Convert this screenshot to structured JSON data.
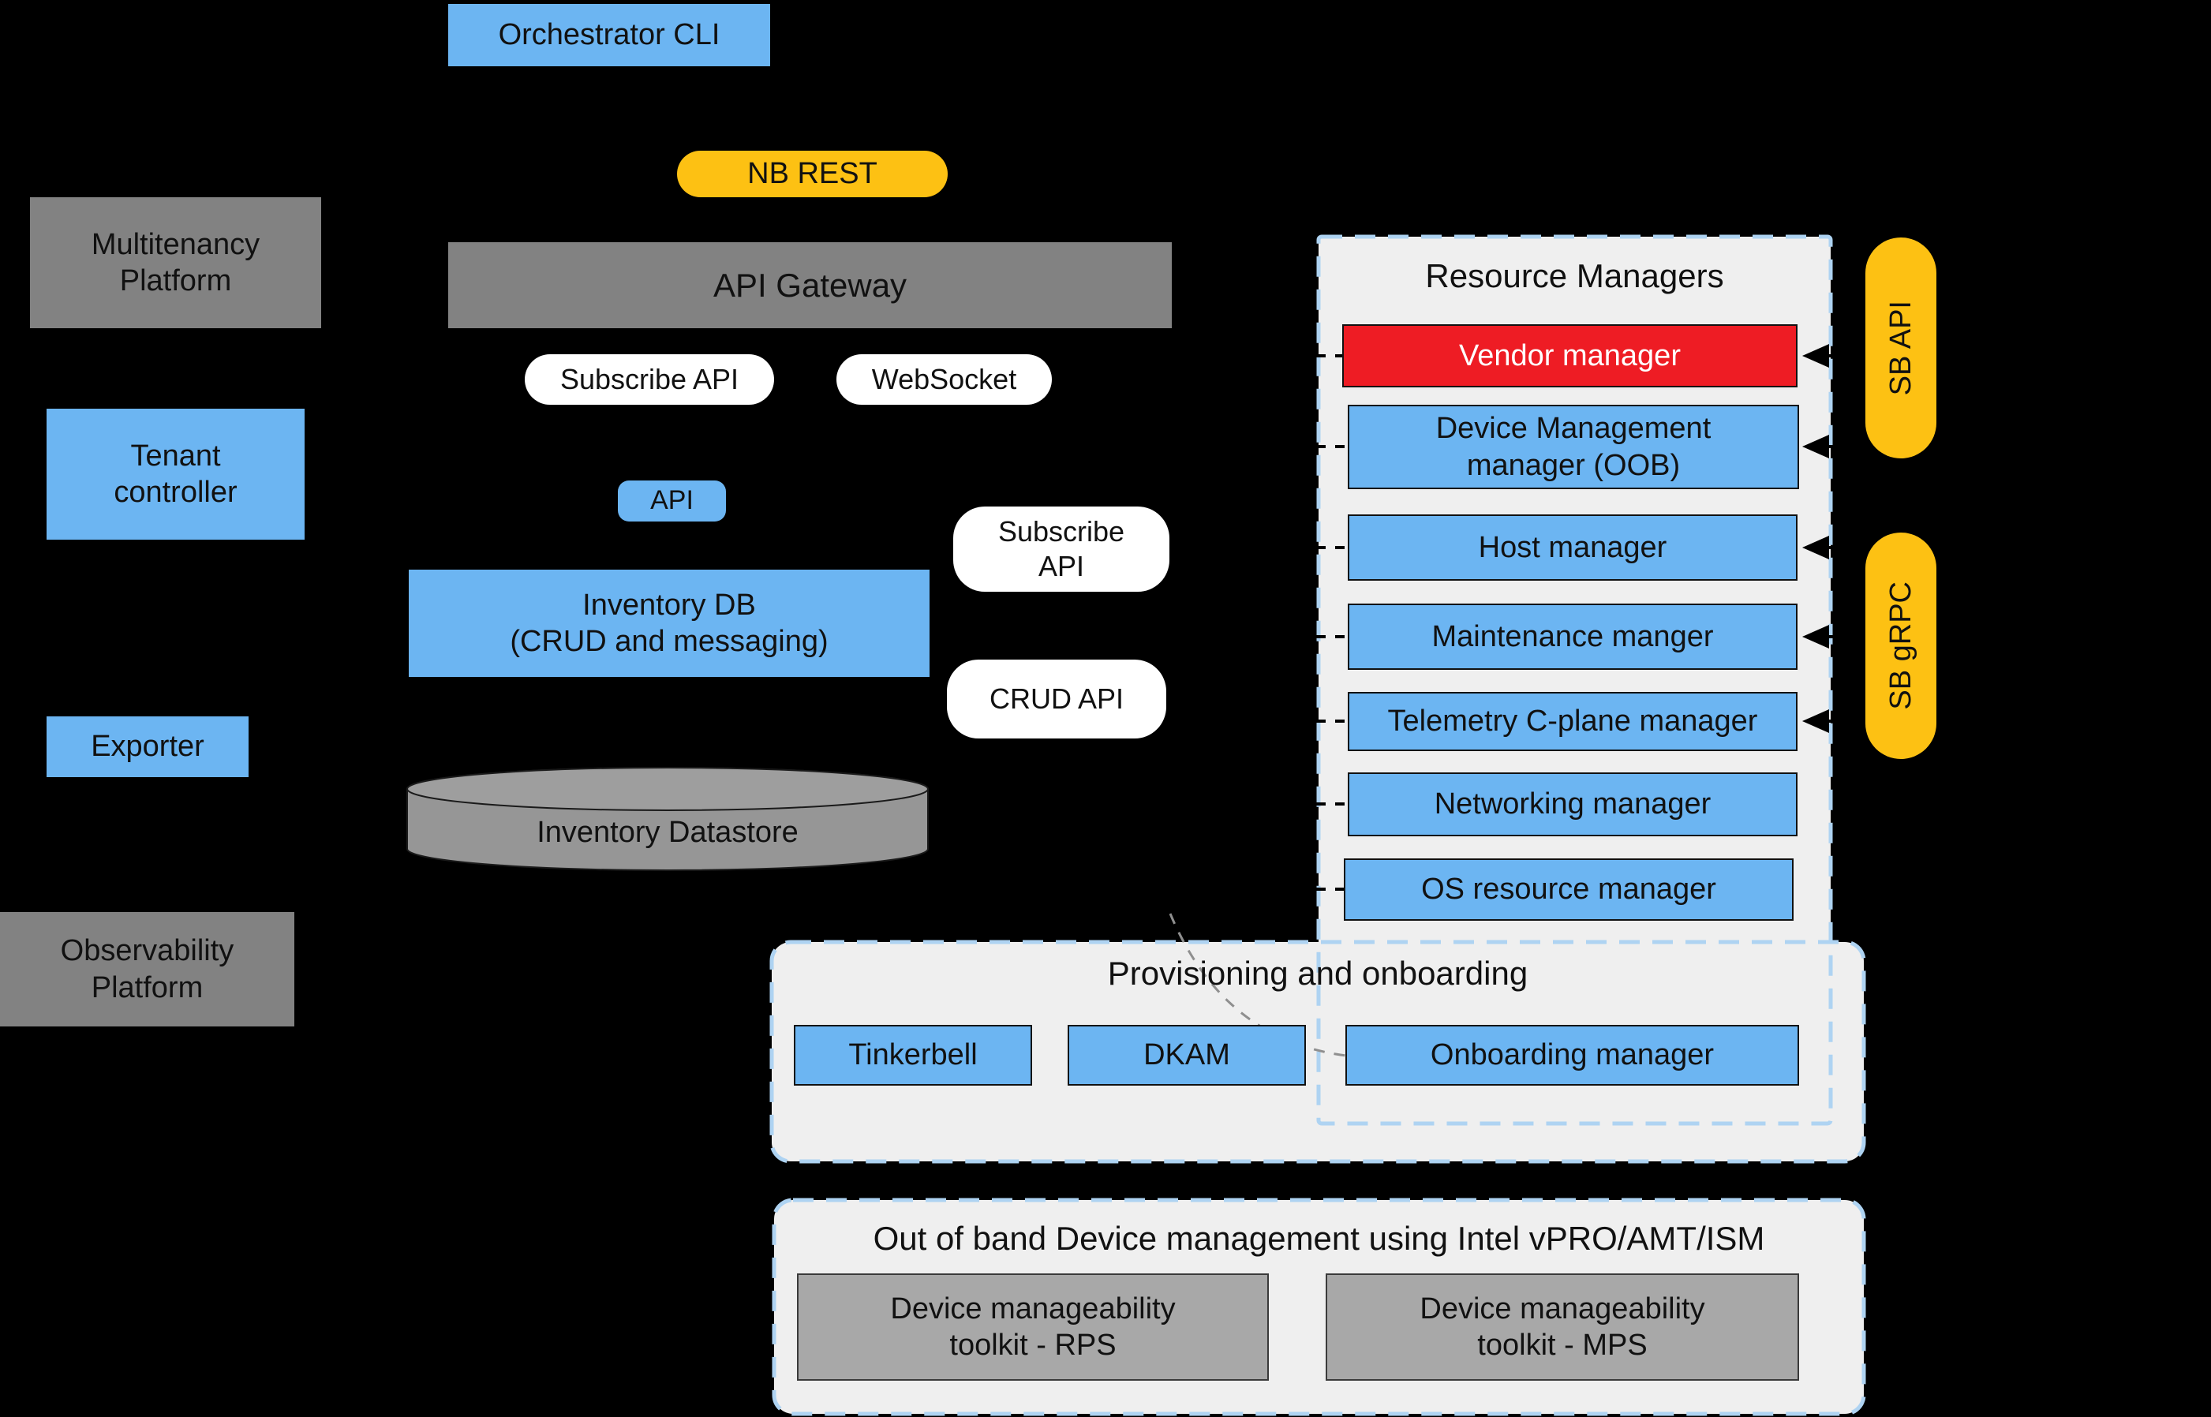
{
  "diagram": {
    "background": "#000000",
    "colors": {
      "node_blue": "#6CB5F2",
      "node_gray": "#828282",
      "node_light_gray": "#A8A8A8",
      "alert_red": "#EE1C24",
      "accent_yellow": "#FDC113",
      "container_fill": "#EFEFEF",
      "container_dash_border": "#AED3F2",
      "pill_white": "#FFFFFF"
    }
  },
  "nodes": {
    "orchestrator_cli": "Orchestrator CLI",
    "nb_rest": "NB REST",
    "api_gateway": "API Gateway",
    "subscribe_api": "Subscribe API",
    "websocket": "WebSocket",
    "api": "API",
    "inventory_db_line1": "Inventory DB",
    "inventory_db_line2": "(CRUD and messaging)",
    "subscribe_api_2": "Subscribe API",
    "crud_api": "CRUD API",
    "multitenancy_platform": "Multitenancy Platform",
    "tenant_controller": "Tenant controller",
    "exporter": "Exporter",
    "inventory_datastore": "Inventory Datastore",
    "observability_platform": "Observability Platform"
  },
  "resource_managers": {
    "title": "Resource Managers",
    "items": [
      {
        "label": "Vendor manager",
        "variant": "red"
      },
      {
        "label": "Device Management manager (OOB)",
        "variant": "blue"
      },
      {
        "label": "Host manager",
        "variant": "blue"
      },
      {
        "label": "Maintenance manger",
        "variant": "blue"
      },
      {
        "label": "Telemetry C-plane manager",
        "variant": "blue"
      },
      {
        "label": "Networking manager",
        "variant": "blue"
      },
      {
        "label": "OS resource manager",
        "variant": "blue"
      }
    ]
  },
  "sb_labels": {
    "sb_api": "SB API",
    "sb_grpc": "SB gRPC"
  },
  "provisioning": {
    "title": "Provisioning and onboarding",
    "items": [
      "Tinkerbell",
      "DKAM",
      "Onboarding manager"
    ]
  },
  "out_of_band": {
    "title": "Out of band Device management using Intel vPRO/AMT/ISM",
    "items": [
      "Device manageability toolkit - RPS",
      "Device manageability toolkit - MPS"
    ]
  }
}
